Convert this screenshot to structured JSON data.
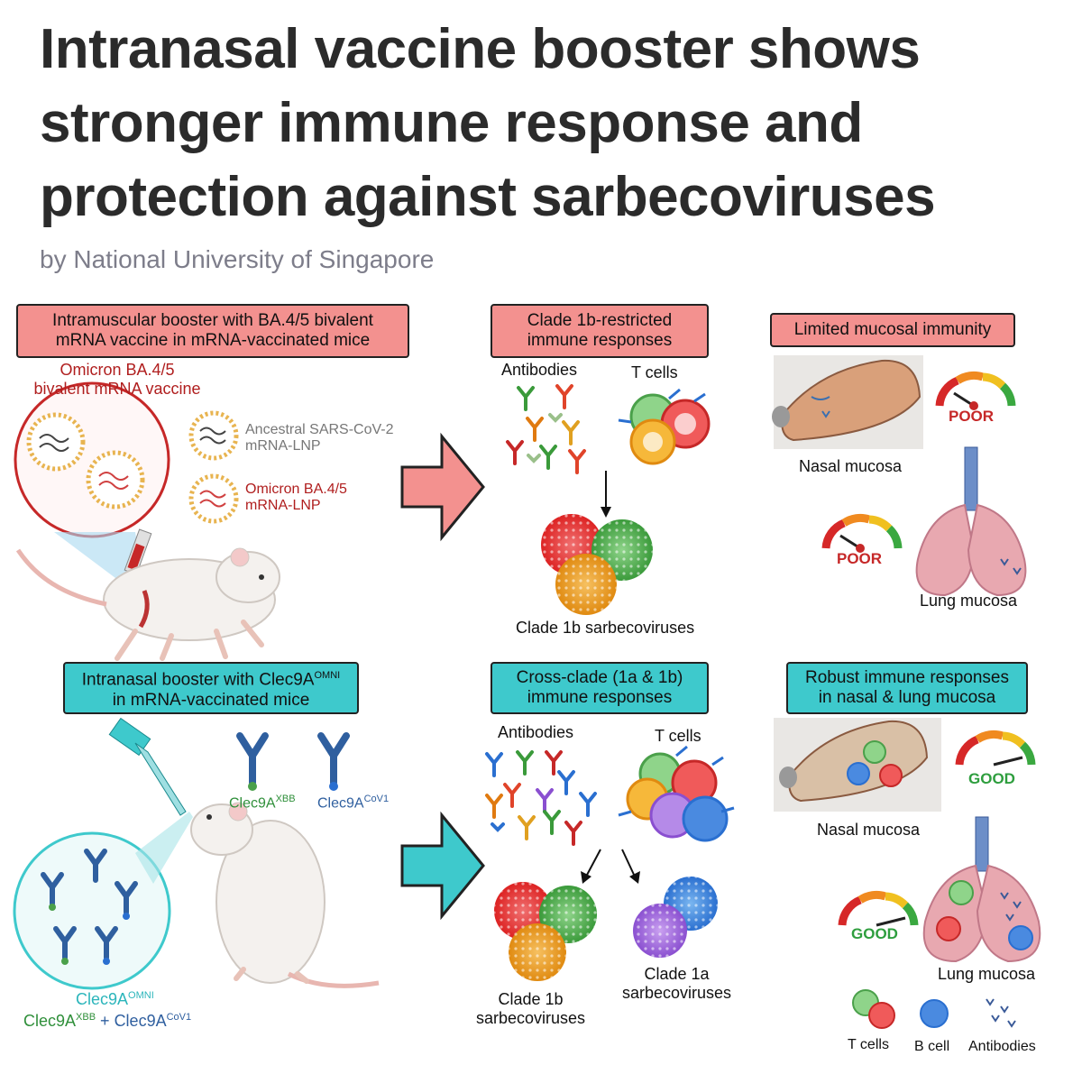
{
  "header": {
    "title": "Intranasal vaccine booster shows stronger immune response and protection against sarbecoviruses",
    "byline": "by National University of Singapore"
  },
  "top_row": {
    "box1_line1": "Intramuscular booster with BA.4/5 bivalent",
    "box1_line2": "mRNA vaccine in mRNA-vaccinated mice",
    "vaccine_label_1": "Omicron BA.4/5",
    "vaccine_label_2": "bivalent mRNA vaccine",
    "lnp_ancestral_1": "Ancestral SARS-CoV-2",
    "lnp_ancestral_2": "mRNA-LNP",
    "lnp_omicron_1": "Omicron BA.4/5",
    "lnp_omicron_2": "mRNA-LNP",
    "box2_line1": "Clade 1b-restricted",
    "box2_line2": "immune responses",
    "antibodies": "Antibodies",
    "t_cells": "T cells",
    "clade_label": "Clade 1b sarbecoviruses",
    "box3": "Limited mucosal immunity",
    "nasal": "Nasal mucosa",
    "lung": "Lung mucosa",
    "gauge_nasal": "POOR",
    "gauge_lung": "POOR"
  },
  "bottom_row": {
    "box1_line1_pre": "Intranasal booster with Clec9A",
    "box1_line1_sup": "OMNI",
    "box1_line2": "in mRNA-vaccinated mice",
    "clec_xbb": "Clec9A",
    "clec_xbb_sup": "XBB",
    "clec_cov1": "Clec9A",
    "clec_cov1_sup": "CoV1",
    "omni_label": "Clec9A",
    "omni_sup": "OMNI",
    "combo_a": "Clec9A",
    "combo_a_sup": "XBB",
    "combo_plus": " + ",
    "combo_b": "Clec9A",
    "combo_b_sup": "CoV1",
    "box2_line1": "Cross-clade (1a & 1b)",
    "box2_line2": "immune responses",
    "antibodies": "Antibodies",
    "t_cells": "T cells",
    "clade1b_1": "Clade 1b",
    "clade1b_2": "sarbecoviruses",
    "clade1a_1": "Clade 1a",
    "clade1a_2": "sarbecoviruses",
    "box3_line1": "Robust immune responses",
    "box3_line2": "in nasal & lung mucosa",
    "nasal": "Nasal mucosa",
    "lung": "Lung mucosa",
    "gauge_nasal": "GOOD",
    "gauge_lung": "GOOD",
    "legend_t": "T cells",
    "legend_b": "B cell",
    "legend_ab": "Antibodies"
  },
  "colors": {
    "pink_box": "#f3918f",
    "teal_box": "#3ec9cc",
    "poor": "#c62828",
    "good": "#2e9e3e"
  }
}
